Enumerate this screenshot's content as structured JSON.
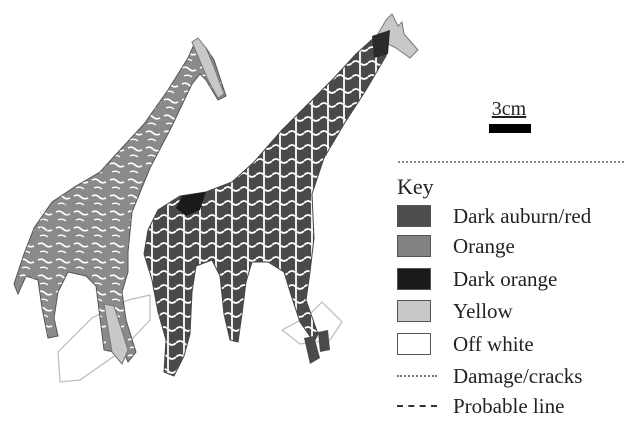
{
  "scale": {
    "label": "3cm"
  },
  "key": {
    "title": "Key",
    "items": [
      {
        "label": "Dark auburn/red",
        "color": "#4d4d4d",
        "kind": "swatch"
      },
      {
        "label": "Orange",
        "color": "#828282",
        "kind": "swatch"
      },
      {
        "label": "Dark orange",
        "color": "#1a1a1a",
        "kind": "swatch"
      },
      {
        "label": "Yellow",
        "color": "#c8c8c8",
        "kind": "swatch"
      },
      {
        "label": "Off white",
        "color": "#ffffff",
        "kind": "swatch"
      },
      {
        "label": "Damage/cracks",
        "kind": "dotted-line"
      },
      {
        "label": "Probable line",
        "kind": "dashed-line"
      }
    ]
  },
  "figures": [
    {
      "name": "left-giraffe",
      "fill": "#8a8a8a"
    },
    {
      "name": "right-giraffe",
      "fill": "#4a4a4a"
    }
  ]
}
